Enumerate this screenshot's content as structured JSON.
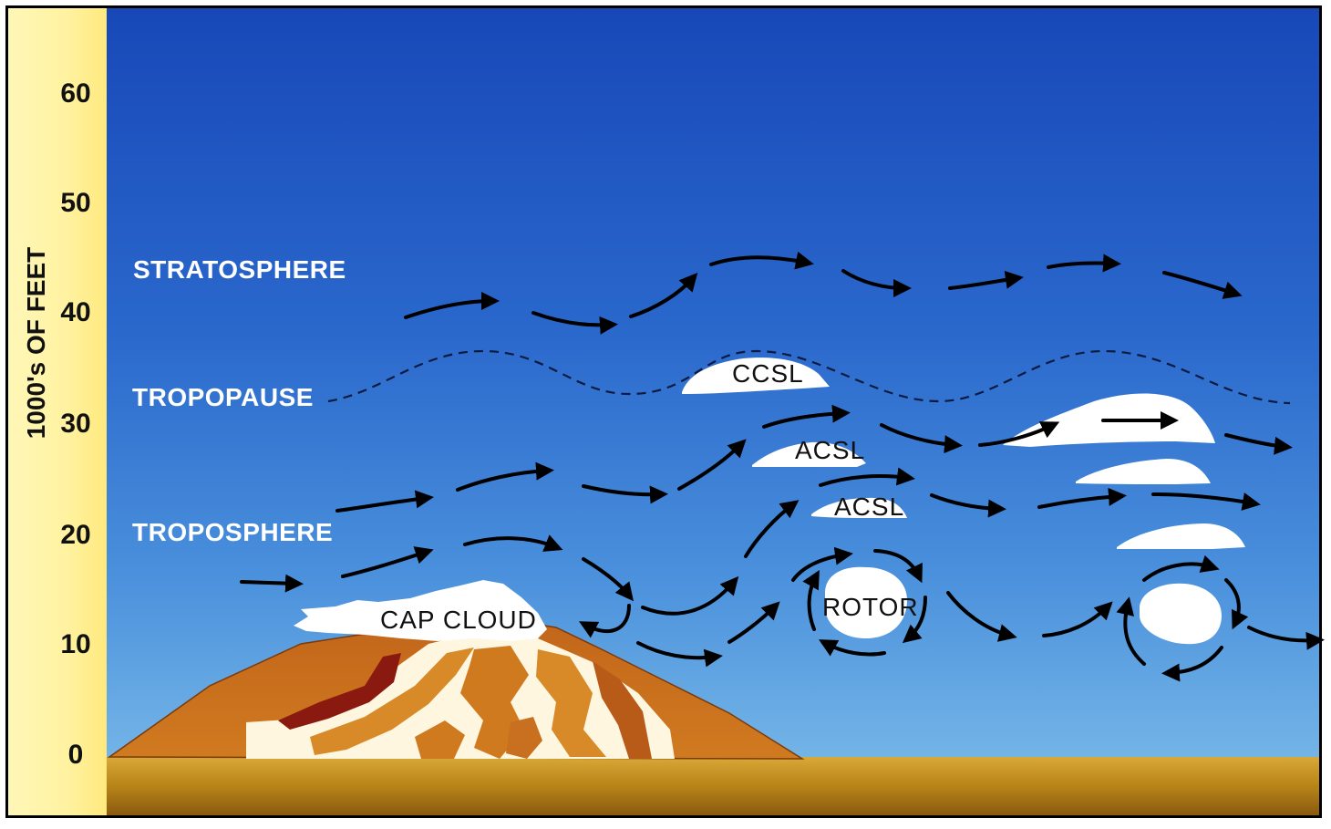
{
  "axis": {
    "title": "1000's OF FEET",
    "ticks": [
      "60",
      "50",
      "40",
      "30",
      "20",
      "10",
      "0"
    ]
  },
  "layers": {
    "stratosphere": "STRATOSPHERE",
    "tropopause": "TROPOPAUSE",
    "troposphere": "TROPOSPHERE"
  },
  "clouds": {
    "cap_cloud": "CAP CLOUD",
    "ccsl": "CCSL",
    "acsl_upper": "ACSL",
    "acsl_lower": "ACSL",
    "rotor": "ROTOR"
  },
  "colors": {
    "sky_top": "#1848b8",
    "sky_bottom": "#80c0ea",
    "axis_panel": "#fff2a0",
    "ground": "#b88a18",
    "mountain": "#c86a1a",
    "snow": "#fff8e8",
    "rock_dark": "#8a1a10",
    "cloud": "#ffffff",
    "arrow": "#000000",
    "layer_text": "#ffffff"
  }
}
